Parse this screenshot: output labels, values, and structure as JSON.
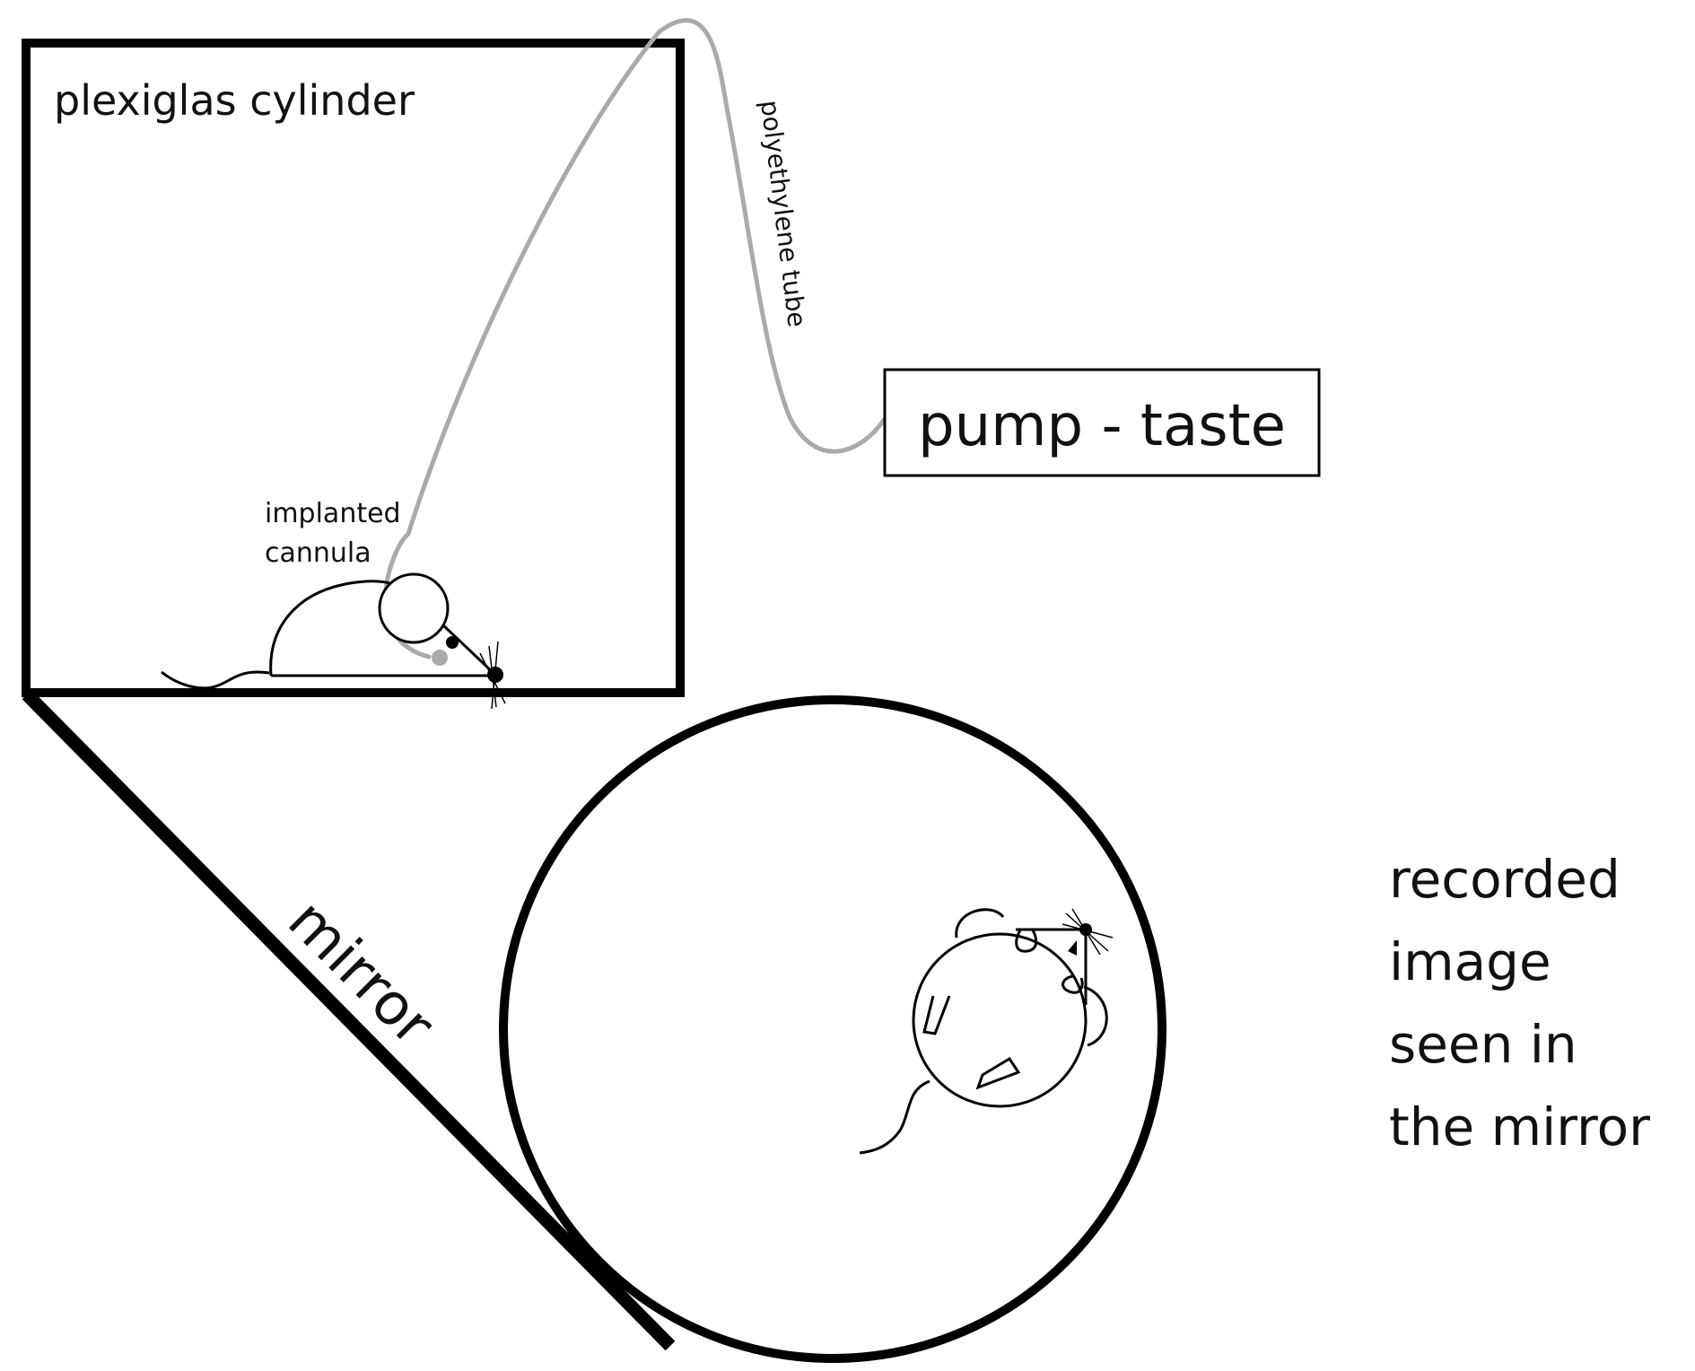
{
  "labels": {
    "cylinder": "plexiglas cylinder",
    "tube": "polyethylene tube",
    "pump": "pump - taste",
    "cannula_line1": "implanted",
    "cannula_line2": "cannula",
    "mirror": "mirror",
    "recorded": [
      "recorded",
      "image",
      "seen in",
      "the mirror"
    ]
  },
  "colors": {
    "ink": "#000000",
    "tube": "#aaaaaa",
    "text": "#111111"
  }
}
